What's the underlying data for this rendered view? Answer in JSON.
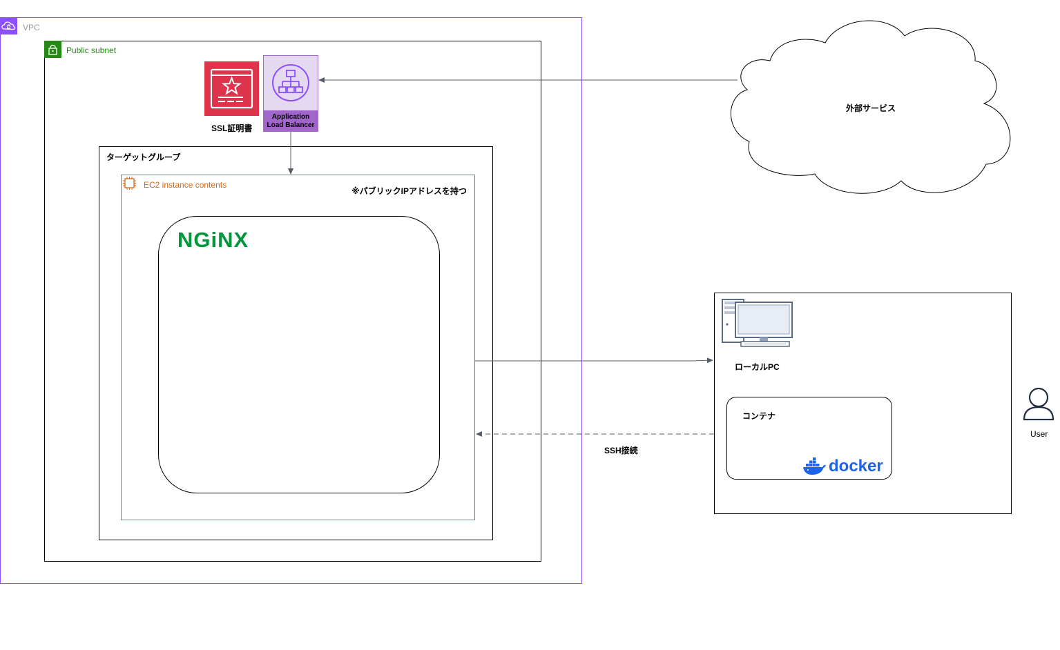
{
  "vpc": {
    "label": "VPC",
    "color": "#8C4FFF"
  },
  "public_subnet": {
    "label": "Public subnet",
    "color": "#248814"
  },
  "ssl": {
    "label": "SSL証明書",
    "color": "#DD344C"
  },
  "alb": {
    "label_line1": "Application",
    "label_line2": "Load Balancer",
    "color": "#8C4FFF",
    "fill": "#E5D9F2",
    "band": "#A166C9"
  },
  "target_group": {
    "label": "ターゲットグループ"
  },
  "ec2": {
    "label": "EC2 instance contents",
    "color": "#D86613",
    "note": "※パブリックIPアドレスを持つ"
  },
  "nginx": {
    "logo_text": "NGiNX",
    "color": "#009639"
  },
  "external_service": {
    "label": "外部サービス"
  },
  "local_pc": {
    "label": "ローカルPC"
  },
  "container": {
    "label": "コンテナ"
  },
  "docker": {
    "logo_text": "docker",
    "color": "#1D63ED"
  },
  "ssh": {
    "label": "SSH接続"
  },
  "user": {
    "label": "User"
  },
  "connector_color": "#545B64"
}
